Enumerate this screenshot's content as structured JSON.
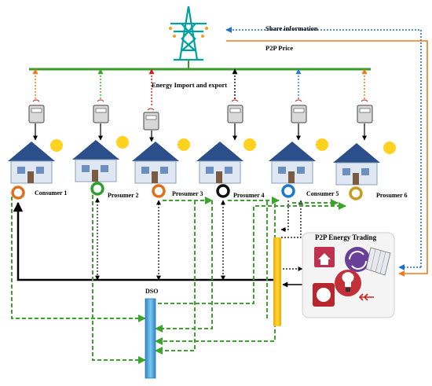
{
  "header": {
    "share_information": "Share information",
    "p2p_price": "P2P Price",
    "energy_import_export": "Energy Import and export"
  },
  "nodes": [
    {
      "label": "Consumer 1",
      "ring_color": "#e07020"
    },
    {
      "label": "Prosumer 2",
      "ring_color": "#2ca02c"
    },
    {
      "label": "Prosumer 3",
      "ring_color": "#e07020"
    },
    {
      "label": "Prosumer 4",
      "ring_color": "#111111"
    },
    {
      "label": "Consumer 5",
      "ring_color": "#1f77d4"
    },
    {
      "label": "Prosumer 6",
      "ring_color": "#c89b1e"
    }
  ],
  "dso": {
    "label": "DSO"
  },
  "p2p_panel": {
    "title": "P2P Energy Trading"
  },
  "colors": {
    "grid_bus": "#3a9a2a",
    "tower": "#00a0a0",
    "dso_bar": "#3f9fd8",
    "trading_bar": "#ffc000",
    "green_dashed": "#3aa52a",
    "share_info_line": "#1f6fd1",
    "p2p_price_line": "#f07818"
  }
}
